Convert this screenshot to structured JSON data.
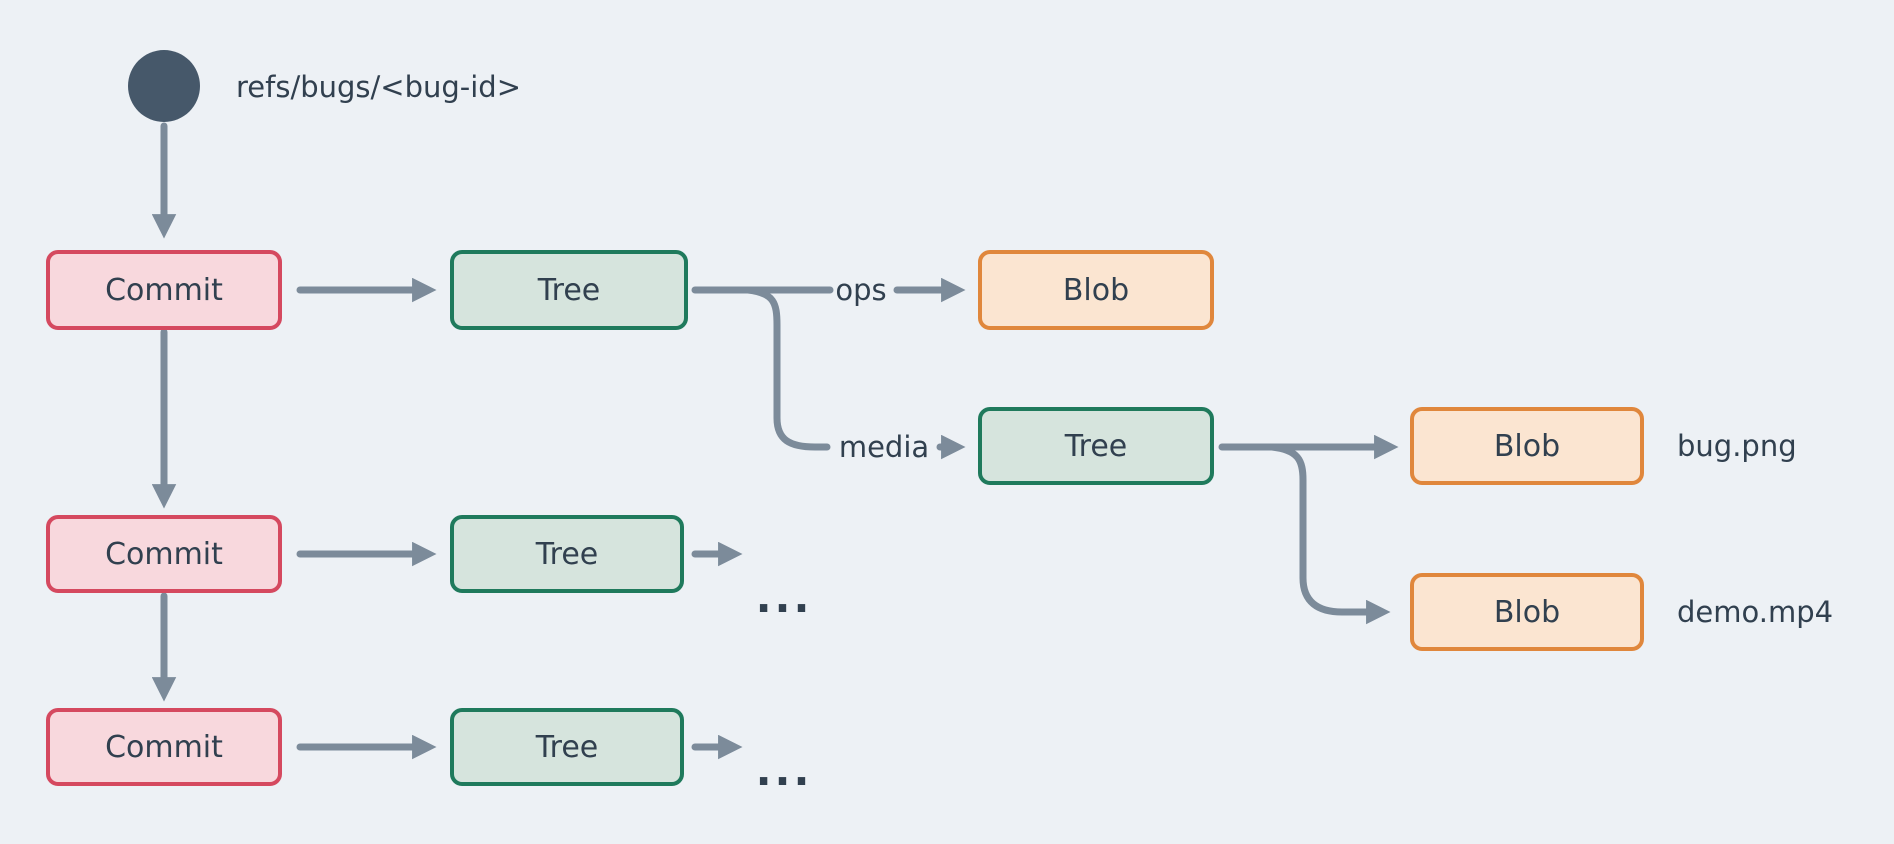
{
  "colors": {
    "background": "#EDF1F5",
    "arrow": "#7C8B9A",
    "text": "#31404F",
    "ref_circle": "#46586A",
    "commit_fill": "#F8D8DD",
    "commit_border": "#D5495F",
    "tree_fill": "#D6E4DD",
    "tree_border": "#1F7A5C",
    "blob_fill": "#FBE5D1",
    "blob_border": "#E0873C"
  },
  "ref": {
    "label": "refs/bugs/<bug-id>"
  },
  "nodes": {
    "commit1": {
      "type": "commit",
      "label": "Commit"
    },
    "tree1": {
      "type": "tree",
      "label": "Tree"
    },
    "blob_ops": {
      "type": "blob",
      "label": "Blob"
    },
    "tree_media": {
      "type": "tree",
      "label": "Tree"
    },
    "blob_bug": {
      "type": "blob",
      "label": "Blob"
    },
    "blob_demo": {
      "type": "blob",
      "label": "Blob"
    },
    "commit2": {
      "type": "commit",
      "label": "Commit"
    },
    "tree2": {
      "type": "tree",
      "label": "Tree"
    },
    "commit3": {
      "type": "commit",
      "label": "Commit"
    },
    "tree3": {
      "type": "tree",
      "label": "Tree"
    }
  },
  "edge_labels": {
    "ops": "ops",
    "media": "media"
  },
  "file_labels": {
    "bug": "bug.png",
    "demo": "demo.mp4"
  },
  "ellipsis": {
    "mid": "...",
    "bottom": "..."
  }
}
